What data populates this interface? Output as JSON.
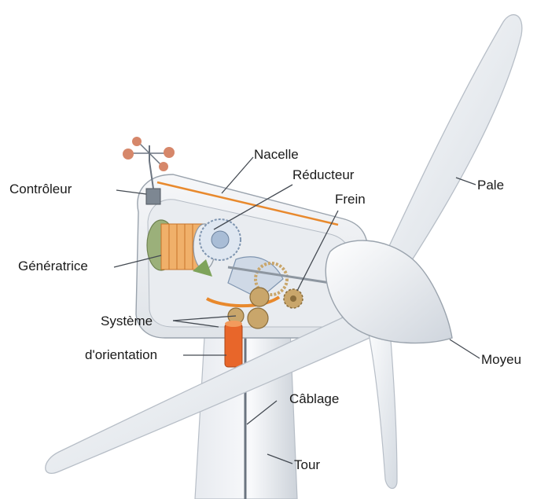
{
  "labels": {
    "nacelle": "Nacelle",
    "reducteur": "Réducteur",
    "frein": "Frein",
    "controleur": "Contrôleur",
    "generatrice": "Génératrice",
    "systeme": "Système",
    "orientation": "d'orientation",
    "pale": "Pale",
    "moyeu": "Moyeu",
    "cablage": "Câblage",
    "tour": "Tour"
  },
  "colors": {
    "body": "#f2f4f7",
    "outline": "#9aa3ad",
    "accent_orange": "#e8892d",
    "gear_tan": "#c9a66b",
    "gear_blue": "#a9bdd6",
    "generator_green": "#9bb07a",
    "cable": "#6b7480"
  },
  "icons": [
    "anemometer-icon",
    "controller-box-icon"
  ]
}
